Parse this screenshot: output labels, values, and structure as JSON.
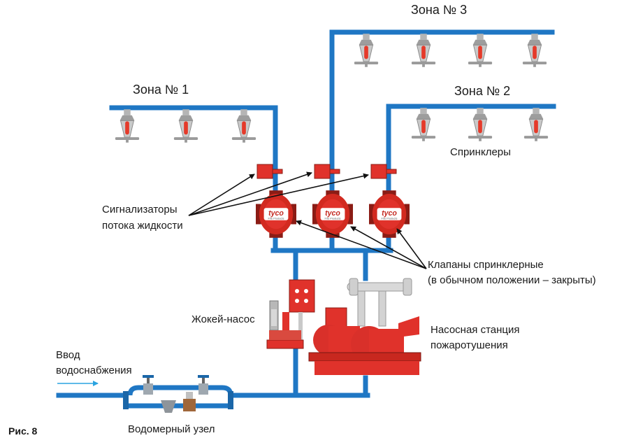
{
  "zones": {
    "zone1": "Зона № 1",
    "zone2": "Зона № 2",
    "zone3": "Зона № 3"
  },
  "labels": {
    "sprinklers": "Спринклеры",
    "flow_alarms": [
      "Сигнализаторы",
      "потока жидкости"
    ],
    "valves": [
      "Клапаны спринклерные",
      "(в обычном положении – закрыты)"
    ],
    "jockey_pump": "Жокей-насос",
    "pump_station": [
      "Насосная станция",
      "пожаротушения"
    ],
    "water_inlet": [
      "Ввод",
      "водоснабжения"
    ],
    "meter_unit": "Водомерный узел",
    "figure": "Рис. 8"
  },
  "valve_brand": {
    "name": "tyco",
    "sub": "Fire Products"
  },
  "colors": {
    "pipe": "#1f77c4",
    "equipment_red": "#e0322b",
    "arrow_blue": "#2aa3e0",
    "sprinkler_bulb": "#e53a2a"
  }
}
